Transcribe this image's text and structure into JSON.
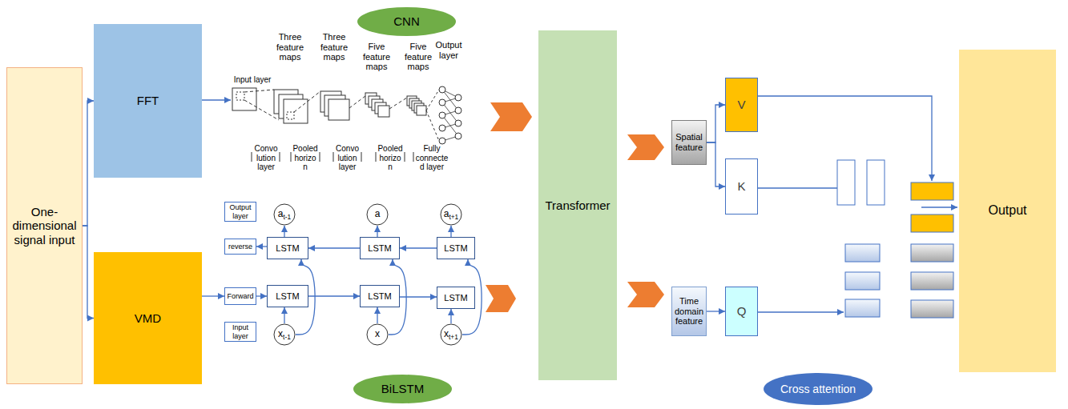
{
  "diagram": {
    "nodes": [
      {
        "text": [
          "One-dimensional signal input"
        ]
      },
      {
        "text": [
          "FFT"
        ]
      },
      {
        "text": [
          "VMD"
        ]
      },
      {
        "text": [
          "CNN"
        ]
      },
      {
        "text": [
          "Output layer"
        ]
      },
      {
        "text": [
          "reverse"
        ]
      },
      {
        "text": [
          "Forward"
        ]
      },
      {
        "text": [
          "Input layer"
        ]
      },
      {
        "text": [
          "at-1"
        ]
      },
      {
        "text": [
          "a"
        ]
      },
      {
        "text": [
          "at+1"
        ]
      },
      {
        "text": [
          "LSTM"
        ]
      },
      {
        "text": [
          "LSTM"
        ]
      },
      {
        "text": [
          "LSTM"
        ]
      },
      {
        "text": [
          "LSTM"
        ]
      },
      {
        "text": [
          "LSTM"
        ]
      },
      {
        "text": [
          "LSTM"
        ]
      },
      {
        "text": [
          "xt-1"
        ]
      },
      {
        "text": [
          "x"
        ]
      },
      {
        "text": [
          "xt+1"
        ]
      },
      {
        "text": [
          "BiLSTM"
        ]
      },
      {
        "text": [
          "Transformer"
        ]
      },
      {
        "text": [
          "Spatial feature"
        ]
      },
      {
        "text": [
          "V"
        ]
      },
      {
        "text": [
          "K"
        ]
      },
      {
        "text": [
          "Time domain feature"
        ]
      },
      {
        "text": [
          "Q"
        ]
      },
      {
        "text": [
          "Cross attention"
        ]
      },
      {
        "text": [
          "Output"
        ]
      }
    ],
    "edges": [
      {
        "from": 0,
        "to": 1,
        "arrow": "to"
      },
      {
        "from": 0,
        "to": 2,
        "arrow": "to"
      },
      {
        "from": 2,
        "to": 6,
        "arrow": "to"
      },
      {
        "from": 6,
        "to": 14,
        "arrow": "to"
      },
      {
        "from": 14,
        "to": 15,
        "arrow": "to"
      },
      {
        "from": 15,
        "to": 16,
        "arrow": "to"
      },
      {
        "from": 13,
        "to": 12,
        "arrow": "to"
      },
      {
        "from": 12,
        "to": 11,
        "arrow": "to"
      },
      {
        "from": 11,
        "to": 5,
        "arrow": "to"
      },
      {
        "from": 17,
        "to": 14,
        "arrow": "to"
      },
      {
        "from": 18,
        "to": 15,
        "arrow": "to"
      },
      {
        "from": 19,
        "to": 16,
        "arrow": "to"
      },
      {
        "from": 17,
        "to": 11,
        "arrow": "to"
      },
      {
        "from": 18,
        "to": 12,
        "arrow": "to"
      },
      {
        "from": 19,
        "to": 13,
        "arrow": "to"
      },
      {
        "from": 11,
        "to": 8,
        "arrow": "to"
      },
      {
        "from": 12,
        "to": 9,
        "arrow": "to"
      },
      {
        "from": 13,
        "to": 10,
        "arrow": "to"
      },
      {
        "from": 22,
        "to": 23,
        "arrow": "to"
      },
      {
        "from": 22,
        "to": 24,
        "arrow": "to"
      },
      {
        "from": 25,
        "to": 26,
        "arrow": "to"
      }
    ],
    "labels": [
      "Input layer",
      "Three feature maps",
      "Three feature maps",
      "Five feature maps",
      "Five feature maps",
      "Output layer",
      "Convolution layer",
      "Pooled horizon",
      "Convolution layer",
      "Pooled horizon",
      "Fully connected layer"
    ]
  }
}
